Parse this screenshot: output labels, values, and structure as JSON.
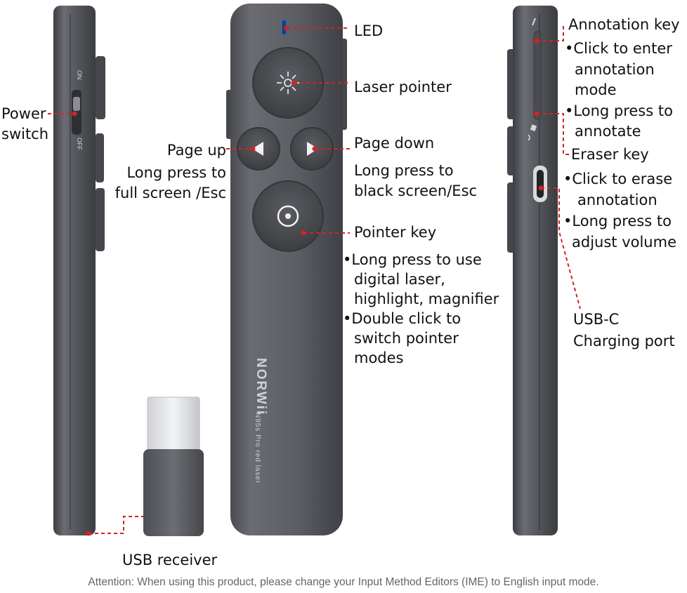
{
  "labels": {
    "power": [
      "Power",
      "switch"
    ],
    "page_up": [
      "Page up",
      "Long press to",
      "full screen /Esc"
    ],
    "led": "LED",
    "laser_pointer": "Laser pointer",
    "page_down": [
      "Page down",
      "Long press to",
      "black screen/Esc"
    ],
    "pointer_key": "Pointer key",
    "pointer_notes": [
      "•Long press to use",
      "digital laser,",
      " highlight, magnifier",
      "•Double click to",
      "switch pointer",
      " modes"
    ],
    "annotation_key": "Annotation key",
    "annotation_notes": [
      "•Click to enter",
      "annotation",
      "mode",
      "•Long press to",
      "annotate"
    ],
    "eraser_key": "Eraser key",
    "eraser_notes": [
      "•Click to erase",
      "annotation",
      "•Long press to",
      "adjust volume"
    ],
    "usbc": [
      "USB-C",
      "Charging port"
    ],
    "usb_receiver": "USB receiver"
  },
  "device_text": {
    "switch_on": "ON",
    "switch_off": "OFF",
    "brand": "NORWii",
    "model": "N95s Pro  red laser"
  },
  "footer": "Attention: When using this product, please change your Input Method Editors (IME) to English input mode.",
  "colors": {
    "leader": "#d42323",
    "body": "#55575d",
    "button": "#47494e"
  },
  "icons": [
    "laser-icon",
    "left-triangle-icon",
    "right-triangle-icon",
    "target-icon",
    "pen-icon",
    "eraser-icon"
  ]
}
